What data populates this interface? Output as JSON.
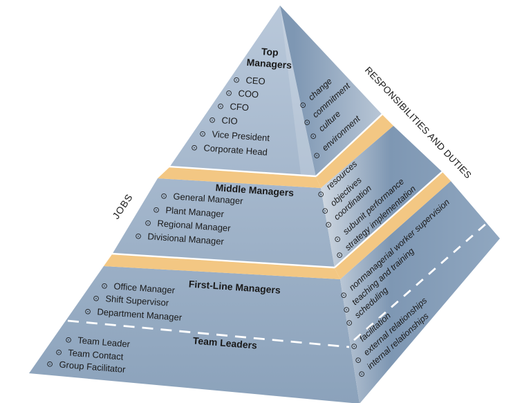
{
  "diagram": {
    "axis_labels": {
      "jobs": "JOBS",
      "duties": "RESPONSIBILITIES AND DUTIES"
    }
  },
  "icons": {
    "bullet": "⊙"
  },
  "colors": {
    "band": "#F3C783",
    "left_face_light": "#B9C8DA",
    "left_face_dark": "#8BA2BB",
    "right_face_dark": "#7E97B3",
    "right_face_light": "#BCC9D8",
    "right_face_highlight": "#CDD6E0",
    "right_face_mid": "#90A7C0",
    "text": "#1A1A1A",
    "dashed_line": "#FFFFFF",
    "background": "#FFFFFF"
  },
  "levels": [
    {
      "jobs_title": [
        "Top",
        "Managers"
      ],
      "jobs": [
        "CEO",
        "COO",
        "CFO",
        "CIO",
        "Vice President",
        "Corporate Head"
      ],
      "duties": [
        "change",
        "commitment",
        "culture",
        "environment"
      ]
    },
    {
      "jobs_title": [
        "Middle Managers"
      ],
      "jobs": [
        "General Manager",
        "Plant Manager",
        "Regional Manager",
        "Divisional Manager"
      ],
      "duties": [
        "resources",
        "objectives",
        "coordination",
        "subunit performance",
        "strategy implementation"
      ]
    },
    {
      "jobs_title": [
        "First-Line Managers"
      ],
      "jobs": [
        "Office Manager",
        "Shift Supervisor",
        "Department Manager"
      ],
      "duties": [
        "nonmanagerial worker supervision",
        "teaching and training",
        "scheduling"
      ]
    },
    {
      "jobs_title": [
        "Team Leaders"
      ],
      "jobs": [
        "Team Leader",
        "Team Contact",
        "Group Facilitator"
      ],
      "duties": [
        "facilitation",
        "external relationships",
        "internal relationships"
      ]
    }
  ]
}
